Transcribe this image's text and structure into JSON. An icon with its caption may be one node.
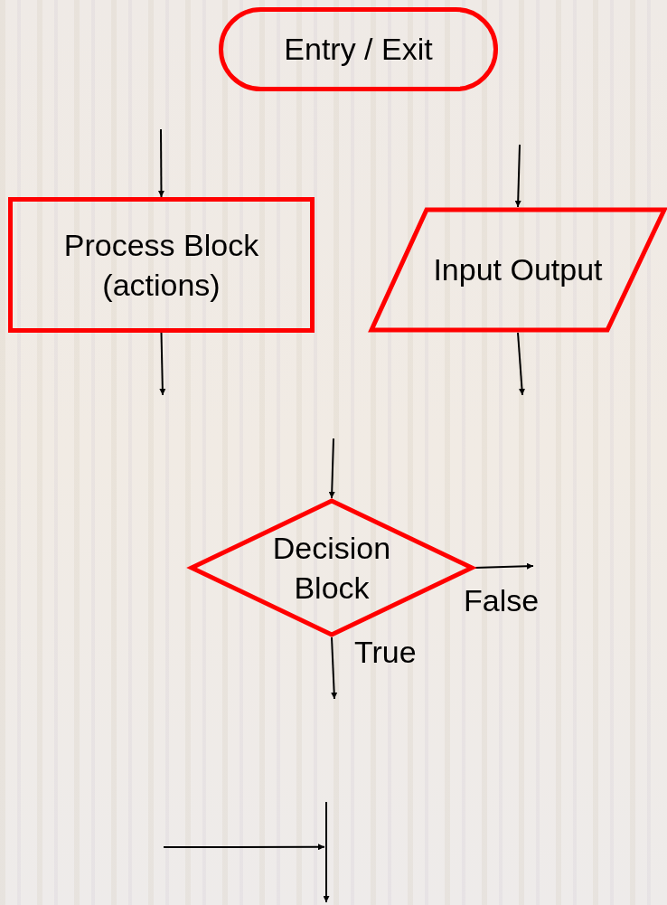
{
  "diagram": {
    "nodes": [
      {
        "text": [
          "Entry / Exit"
        ]
      },
      {
        "text": [
          "Process Block (actions)"
        ]
      },
      {
        "text": [
          "Input Output"
        ]
      },
      {
        "text": [
          "Decision Block"
        ]
      },
      {
        "text": [],
        "shape": "bar"
      }
    ],
    "edges": [
      {
        "from": null,
        "to": 1,
        "arrow": "to"
      },
      {
        "from": 1,
        "to": null,
        "arrow": "to"
      },
      {
        "from": null,
        "to": 2,
        "arrow": "to"
      },
      {
        "from": 2,
        "to": null,
        "arrow": "to"
      },
      {
        "from": null,
        "to": 3,
        "arrow": "to"
      },
      {
        "from": 3,
        "to": null,
        "label": "False",
        "arrow": "to"
      },
      {
        "from": 3,
        "to": null,
        "label": "True",
        "arrow": "to"
      },
      {
        "from": null,
        "to": 4,
        "arrow": "to"
      },
      {
        "from": 4,
        "to": null,
        "arrow": "to"
      }
    ]
  }
}
